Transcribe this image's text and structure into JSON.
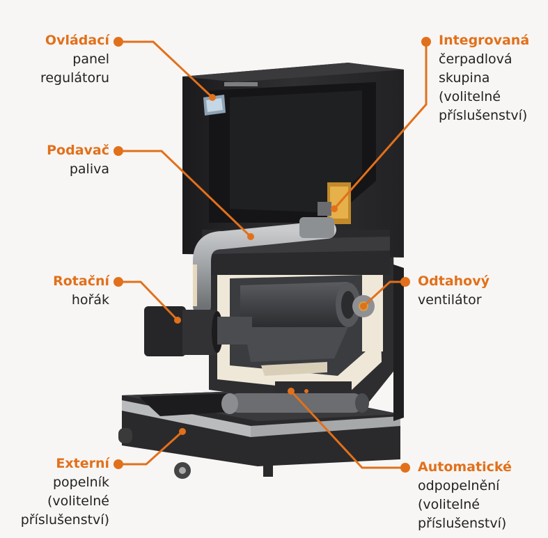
{
  "colors": {
    "accent": "#e2701b",
    "text": "#222222",
    "cabinet": "#2b2b2d",
    "cabinet_dark": "#1a1a1c",
    "steel": "#9a9c9e",
    "insulation": "#efe8d8"
  },
  "labels": {
    "control_panel": {
      "head": "Ovládací",
      "lines": [
        "panel",
        "regulátoru"
      ]
    },
    "feeder": {
      "head": "Podavač",
      "lines": [
        "paliva"
      ]
    },
    "burner": {
      "head": "Rotační",
      "lines": [
        "hořák"
      ]
    },
    "ash_box": {
      "head": "Externí",
      "lines": [
        "popelník",
        "(volitelné",
        "příslušenství)"
      ]
    },
    "pump_group": {
      "head": "Integrovaná",
      "lines": [
        "čerpadlová",
        "skupina",
        "(volitelné",
        "příslušenství)"
      ]
    },
    "fan": {
      "head": "Odtahový",
      "lines": [
        "ventilátor"
      ]
    },
    "de_ashing": {
      "head": "Automatické",
      "lines": [
        "odpopelnění",
        "(volitelné",
        "příslušenství)"
      ]
    }
  }
}
